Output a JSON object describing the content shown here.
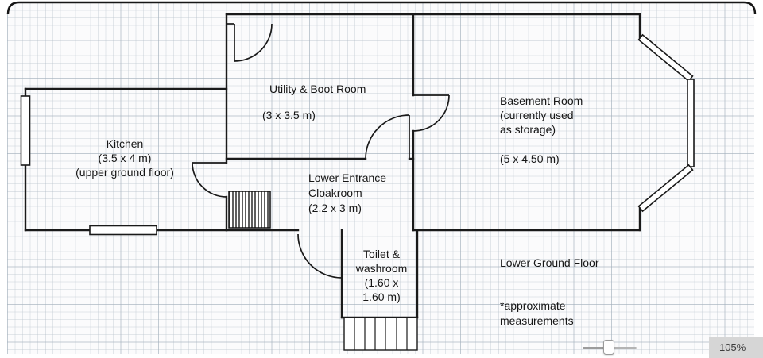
{
  "colors": {
    "wall": "#1a1a1a",
    "kitchen_text": "#b4b4b4",
    "text": "#161616"
  },
  "plan": {
    "rooms": {
      "kitchen": {
        "lines": [
          "Kitchen",
          "(3.5 x 4 m)",
          "(upper ground floor)"
        ]
      },
      "utility": {
        "lines": [
          "Utility & Boot Room",
          "(3 x 3.5 m)"
        ]
      },
      "cloakroom": {
        "lines": [
          "Lower Entrance",
          "Cloakroom",
          "(2.2 x 3 m)"
        ]
      },
      "basement": {
        "lines": [
          "Basement Room",
          "(currently used",
          "as storage)",
          "(5 x 4.50 m)"
        ]
      },
      "toilet": {
        "lines": [
          "Toilet &",
          "washroom",
          "(1.60 x",
          "1.60 m)"
        ]
      }
    },
    "floor_label": "Lower Ground Floor",
    "notes": {
      "lines": [
        "*approximate",
        "measurements"
      ]
    }
  },
  "zoom": {
    "level": "105%"
  }
}
